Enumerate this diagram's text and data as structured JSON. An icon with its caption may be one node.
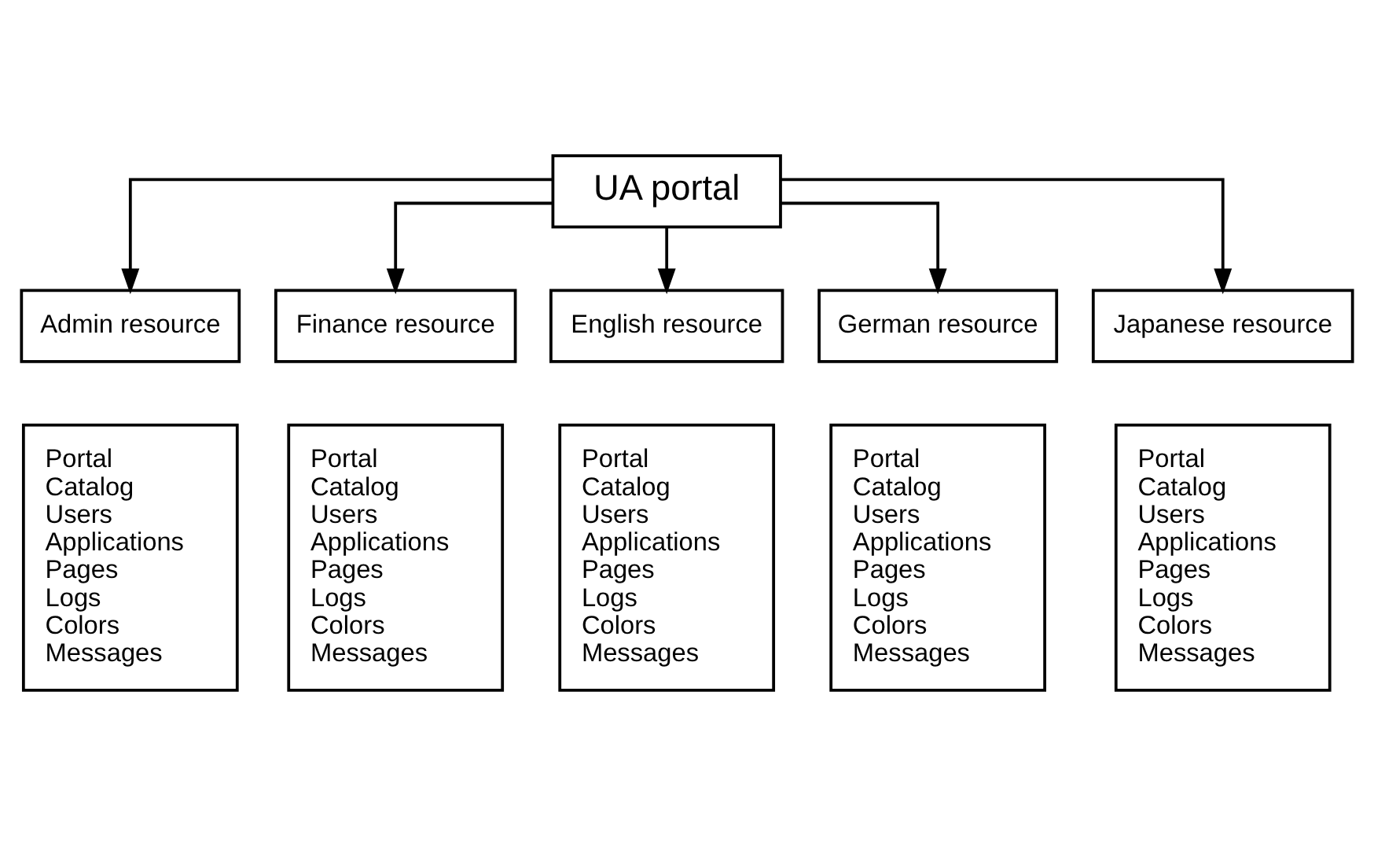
{
  "diagram": {
    "nodes": [
      {
        "text": [
          "UA portal"
        ]
      },
      {
        "text": [
          "Admin resource"
        ]
      },
      {
        "text": [
          "Finance resource"
        ]
      },
      {
        "text": [
          "English resource"
        ]
      },
      {
        "text": [
          "German resource"
        ]
      },
      {
        "text": [
          "Japanese resource"
        ]
      },
      {
        "text": [
          "Portal",
          "Catalog",
          "Users",
          "Applications",
          "Pages",
          "Logs",
          "Colors",
          "Messages"
        ]
      },
      {
        "text": [
          "Portal",
          "Catalog",
          "Users",
          "Applications",
          "Pages",
          "Logs",
          "Colors",
          "Messages"
        ]
      },
      {
        "text": [
          "Portal",
          "Catalog",
          "Users",
          "Applications",
          "Pages",
          "Logs",
          "Colors",
          "Messages"
        ]
      },
      {
        "text": [
          "Portal",
          "Catalog",
          "Users",
          "Applications",
          "Pages",
          "Logs",
          "Colors",
          "Messages"
        ]
      },
      {
        "text": [
          "Portal",
          "Catalog",
          "Users",
          "Applications",
          "Pages",
          "Logs",
          "Colors",
          "Messages"
        ]
      }
    ],
    "edges": [
      {
        "from": 0,
        "to": 1,
        "arrow": "to"
      },
      {
        "from": 0,
        "to": 2,
        "arrow": "to"
      },
      {
        "from": 0,
        "to": 3,
        "arrow": "to"
      },
      {
        "from": 0,
        "to": 4,
        "arrow": "to"
      },
      {
        "from": 0,
        "to": 5,
        "arrow": "to"
      }
    ]
  }
}
